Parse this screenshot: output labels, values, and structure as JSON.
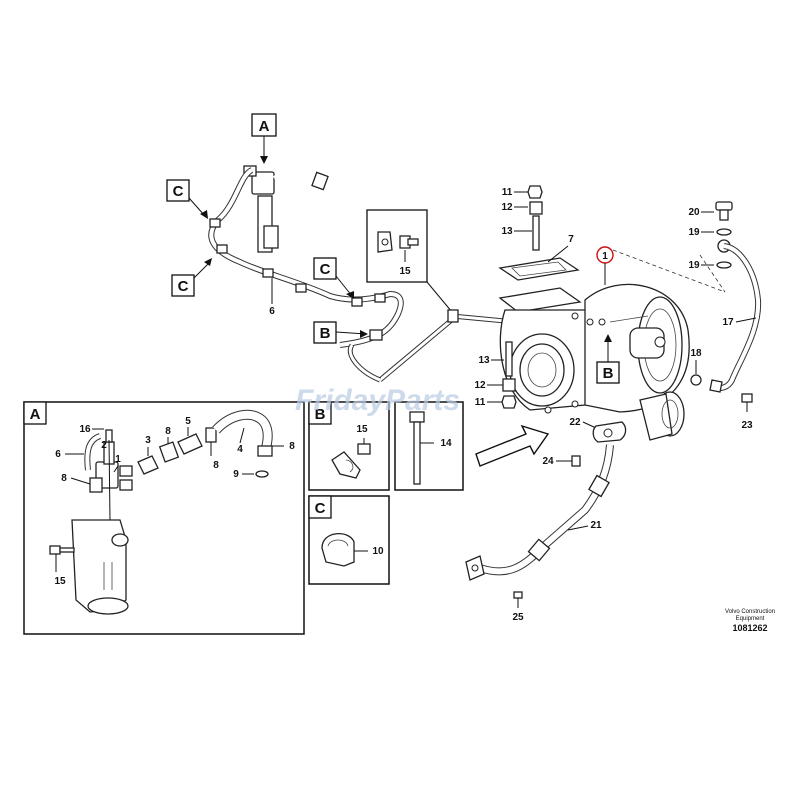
{
  "watermark": {
    "text": "FridayParts"
  },
  "callouts": {
    "a_top": "A",
    "c_top_left": "C",
    "c_left": "C",
    "c_mid": "C",
    "b_mid": "B",
    "b_pipe": "B",
    "inset_a": "A",
    "inset_b": "B",
    "inset_c": "C"
  },
  "labels": {
    "n6_top": "6",
    "n15_top": "15",
    "n7": "7",
    "n11_top": "11",
    "n12_top": "12",
    "n13_top": "13",
    "n1": "1",
    "n20": "20",
    "n19a": "19",
    "n19b": "19",
    "n17": "17",
    "n18": "18",
    "n13_mid": "13",
    "n12_mid": "12",
    "n11_mid": "11",
    "n22": "22",
    "n24": "24",
    "n21": "21",
    "n23": "23",
    "n25": "25",
    "inset_a_16": "16",
    "inset_a_6": "6",
    "inset_a_2": "2",
    "inset_a_1": "1",
    "inset_a_8a": "8",
    "inset_a_3": "3",
    "inset_a_8b": "8",
    "inset_a_5": "5",
    "inset_a_4": "4",
    "inset_a_8c": "8",
    "inset_a_8d": "8",
    "inset_a_9": "9",
    "inset_a_15": "15",
    "inset_b_15": "15",
    "inset_14": "14",
    "inset_c_10": "10"
  },
  "caption": {
    "line1": "Volvo Construction",
    "line2": "Equipment",
    "code": "1081262"
  },
  "colors": {
    "highlight_circle": "#cc1111",
    "watermark": "#b9cbe3",
    "ink": "#111111"
  }
}
